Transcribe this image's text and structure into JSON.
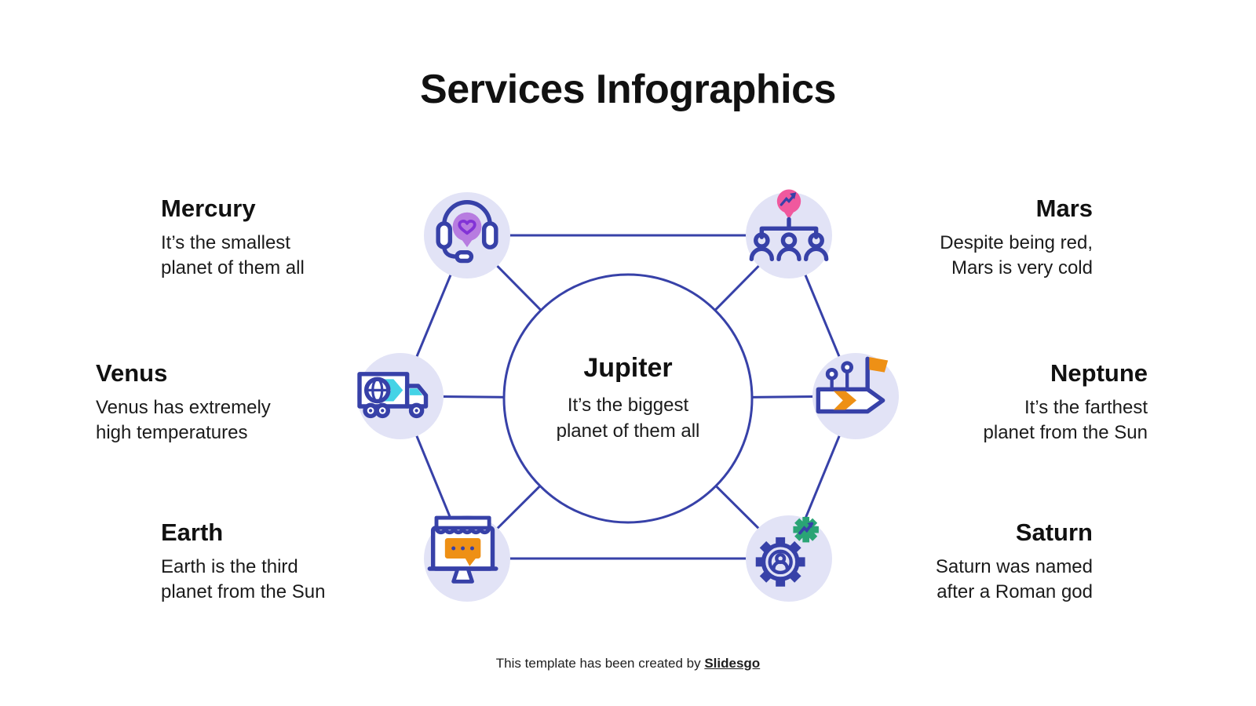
{
  "title": "Services Infographics",
  "center": {
    "title": "Jupiter",
    "desc": [
      "It’s the biggest",
      "planet of them all"
    ]
  },
  "nodes": [
    {
      "id": "mercury",
      "title": "Mercury",
      "desc": [
        "It’s the smallest",
        "planet of them all"
      ],
      "icon": "customer-support-headset-icon"
    },
    {
      "id": "mars",
      "title": "Mars",
      "desc": [
        "Despite being red,",
        "Mars is very cold"
      ],
      "icon": "team-hierarchy-growth-icon"
    },
    {
      "id": "venus",
      "title": "Venus",
      "desc": [
        "Venus has extremely",
        "high temperatures"
      ],
      "icon": "global-delivery-truck-icon"
    },
    {
      "id": "neptune",
      "title": "Neptune",
      "desc": [
        "It’s the farthest",
        "planet from the Sun"
      ],
      "icon": "roadmap-milestones-flag-icon"
    },
    {
      "id": "earth",
      "title": "Earth",
      "desc": [
        "Earth is the third",
        "planet from the Sun"
      ],
      "icon": "online-store-chat-icon"
    },
    {
      "id": "saturn",
      "title": "Saturn",
      "desc": [
        "Saturn was named",
        "after a Roman god"
      ],
      "icon": "settings-profile-gear-icon"
    }
  ],
  "footer": {
    "text": "This template has been created by ",
    "brand": "Slidesgo"
  },
  "colors": {
    "line": "#3741a8",
    "node_fill": "#e2e3f6",
    "ink": "#111111",
    "purple": "#b77ce0",
    "purple_stroke": "#8233d6",
    "pink": "#f0599e",
    "cyan": "#44d3e6",
    "orange": "#ee9015",
    "green": "#2aa475"
  }
}
